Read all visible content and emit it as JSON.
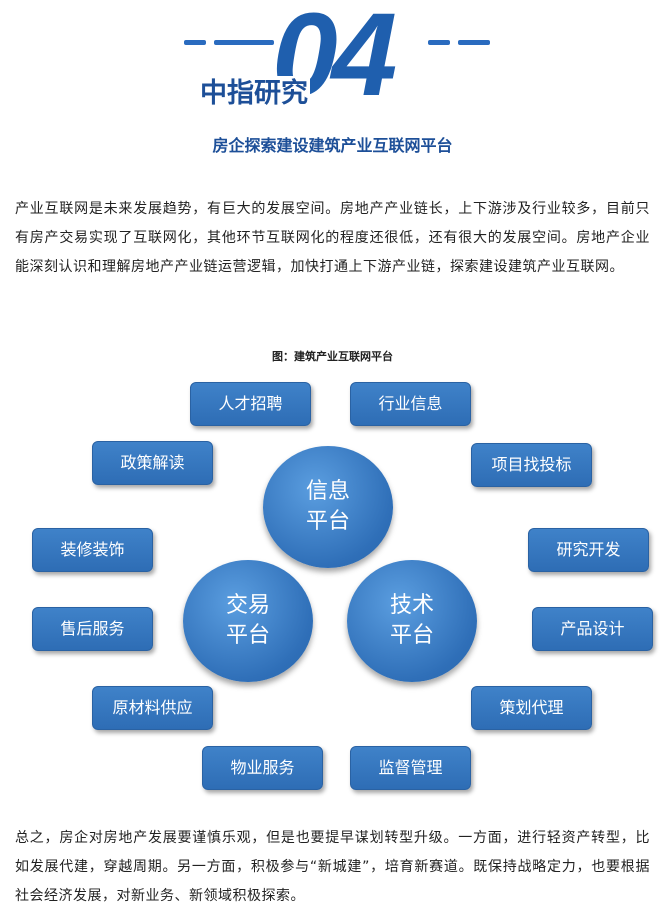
{
  "header": {
    "number": "04",
    "brand": "中指研究",
    "section_title": "房企探索建设建筑产业互联网平台"
  },
  "paragraphs": {
    "intro": "产业互联网是未来发展趋势，有巨大的发展空间。房地产产业链长，上下游涉及行业较多，目前只有房产交易实现了互联网化，其他环节互联网化的程度还很低，还有很大的发展空间。房地产企业能深刻认识和理解房地产产业链运营逻辑，加快打通上下游产业链，探索建设建筑产业互联网。",
    "conclusion": "总之，房企对房地产发展要谨慎乐观，但是也要提早谋划转型升级。一方面，进行轻资产转型，比如发展代建，穿越周期。另一方面，积极参与“新城建”，培育新赛道。既保持战略定力，也要根据社会经济发展，对新业务、新领域积极探索。"
  },
  "diagram": {
    "caption": "图：建筑产业互联网平台",
    "platforms": {
      "info": [
        "信息",
        "平台"
      ],
      "trade": [
        "交易",
        "平台"
      ],
      "tech": [
        "技术",
        "平台"
      ]
    },
    "nodes": {
      "recruit": "人才招聘",
      "industry_info": "行业信息",
      "policy": "政策解读",
      "bidding": "项目找投标",
      "decoration": "装修装饰",
      "rnd": "研究开发",
      "after_sales": "售后服务",
      "product_design": "产品设计",
      "materials": "原材料供应",
      "agency": "策划代理",
      "property": "物业服务",
      "supervision": "监督管理"
    }
  }
}
